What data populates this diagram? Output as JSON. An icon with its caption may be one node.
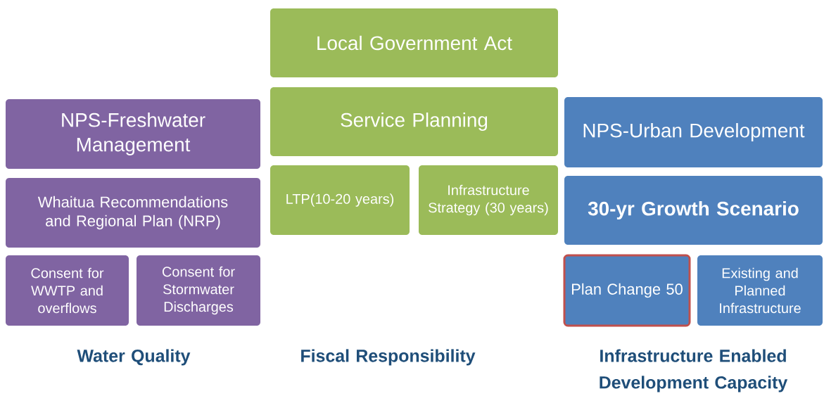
{
  "diagram": {
    "nodes": [
      {
        "text": [
          "NPS-Freshwater Management"
        ]
      },
      {
        "text": [
          "Whaitua Recommendations and Regional Plan (NRP)"
        ]
      },
      {
        "text": [
          "Consent for WWTP and overflows"
        ]
      },
      {
        "text": [
          "Consent for Stormwater Discharges"
        ]
      },
      {
        "text": [
          "Local Government Act"
        ]
      },
      {
        "text": [
          "Service Planning"
        ]
      },
      {
        "text": [
          "LTP(10-20 years)"
        ]
      },
      {
        "text": [
          "Infrastructure Strategy (30 years)"
        ]
      },
      {
        "text": [
          "NPS-Urban Development"
        ]
      },
      {
        "text": [
          "30-yr Growth Scenario"
        ]
      },
      {
        "text": [
          "Plan Change 50"
        ]
      },
      {
        "text": [
          "Existing and Planned Infrastructure"
        ]
      }
    ],
    "labels": [
      "Water Quality",
      "Fiscal Responsibility",
      "Infrastructure Enabled Development Capacity"
    ]
  }
}
